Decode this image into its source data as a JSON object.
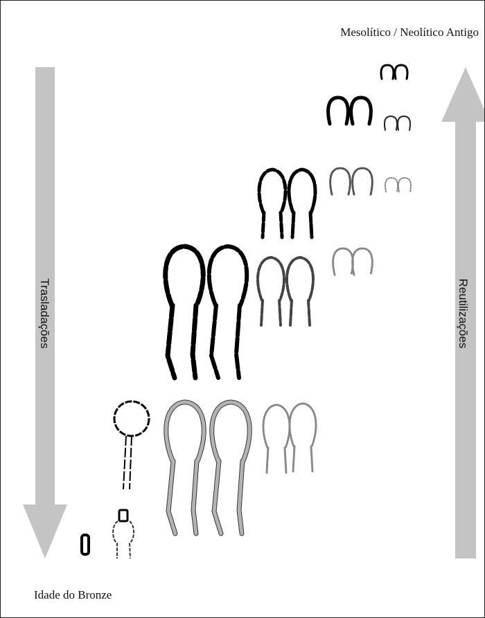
{
  "labels": {
    "top_right": "Mesolítico / Neolítico Antigo",
    "bottom_left": "Idade do Bronze",
    "left_arrow": "Trasladações",
    "right_arrow": "Reutilizações"
  },
  "colors": {
    "arrow": "#c4c4c4",
    "solid_outline": "#000000",
    "grey_fill": "#b3b3b3",
    "dotted_outline": "#888888"
  }
}
